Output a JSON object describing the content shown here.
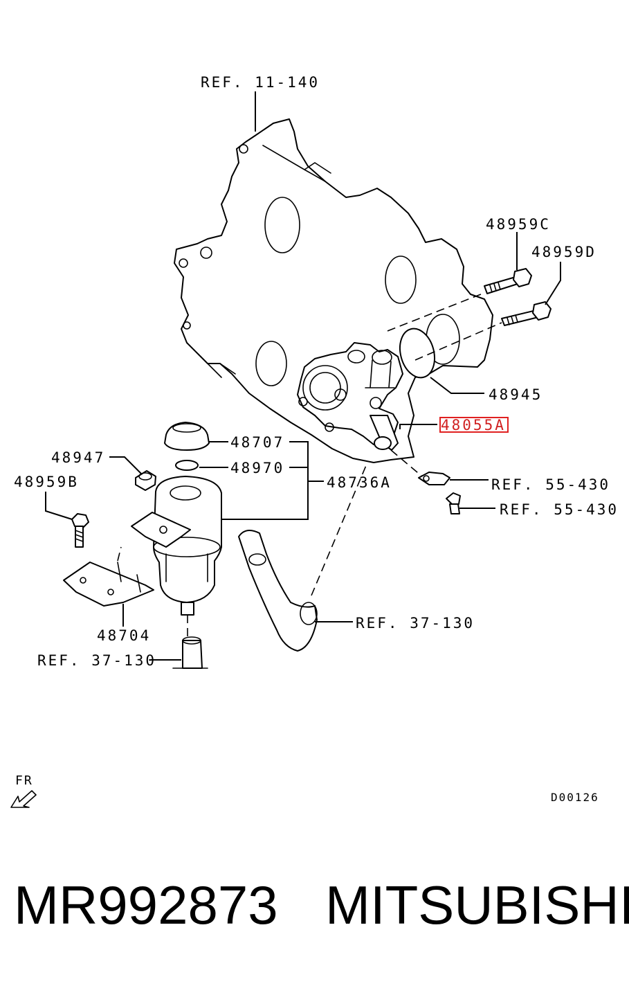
{
  "labels": {
    "ref_11_140": "REF. 11-140",
    "p48959C": "48959C",
    "p48959D": "48959D",
    "p48945": "48945",
    "p48055A": "48055A",
    "p48707": "48707",
    "p48970": "48970",
    "p48736A": "48736A",
    "p48947": "48947",
    "p48959B": "48959B",
    "ref_55_430_a": "REF. 55-430",
    "ref_55_430_b": "REF. 55-430",
    "ref_37_130_a": "REF. 37-130",
    "ref_37_130_b": "REF. 37-130",
    "p48704": "48704",
    "fr": "FR",
    "diagram_code": "D00126"
  },
  "highlight": {
    "part": "48055A",
    "color": "#e02020"
  },
  "footer": {
    "part_number": "MR992873",
    "brand": "MITSUBISHI"
  },
  "icons": [
    "fr-arrow-icon"
  ]
}
